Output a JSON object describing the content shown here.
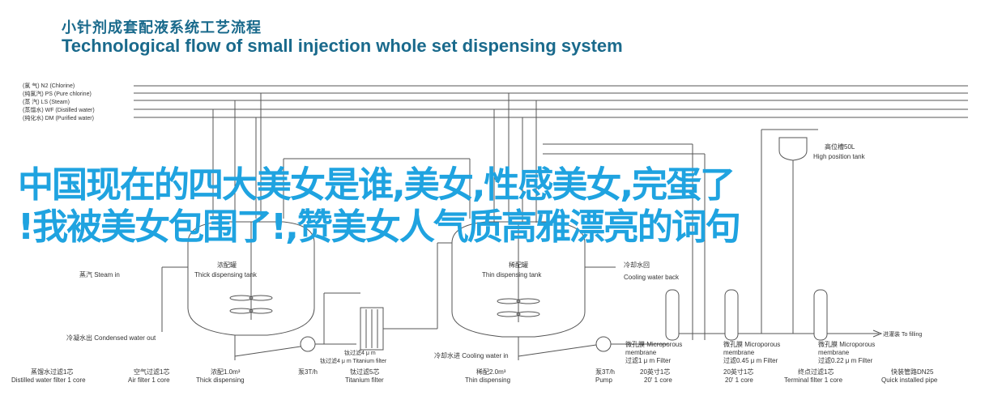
{
  "title_cn": "小针剂成套配液系统工艺流程",
  "title_en": "Technological flow of small injection whole set dispensing system",
  "utilities": [
    "(氯  气) N2 (Chlorine)",
    "(纯氯汽) PS  (Pure chlorine)",
    "(蒸  汽) LS  (Steam)",
    "(蒸馏水) WF  (Distilled water)",
    "(纯化水) DM  (Purified water)"
  ],
  "overlay_line1": "中国现在的四大美女是谁,美女,性感美女,完蛋了",
  "overlay_line2": "!我被美女包围了!,赞美女人气质高雅漂亮的词句",
  "labels": {
    "thick_tank": "浓配罐",
    "thick_tank_en": "Thick dispensing tank",
    "thin_tank": "稀配罐",
    "thin_tank_en": "Thin dispensing tank",
    "steam_in": "蒸汽 Steam in",
    "condensed_out": "冷凝水出 Condensed water out",
    "cooling_in": "冷却水进 Cooling water in",
    "cooling_back_cn": "冷却水回",
    "cooling_back_en": "Cooling water back",
    "high_tank_cn": "高位槽50L",
    "high_tank_en": "High position tank",
    "ti_filter_label": "钛过滤4 μ m",
    "ti_filter_label2": "钛过滤4 μ m  Titanium filter",
    "membrane1_cn": "微孔膜  Microporous",
    "membrane1_en": "membrane",
    "membrane1_spec": "过滤1 μ m  Filter",
    "membrane2_cn": "微孔膜  Microporous",
    "membrane2_en": "membrane",
    "membrane2_spec": "过滤0.45 μ m  Filter",
    "membrane3_cn": "微孔膜  Microporous",
    "membrane3_en": "membrane",
    "membrane3_spec": "过滤0.22 μ m  Filter",
    "to_filling": "进灌装  To filling"
  },
  "bottom_labels": [
    {
      "cn": "蒸馏水过滤1芯",
      "en": "Distilled water filter 1 core"
    },
    {
      "cn": "空气过滤1芯",
      "en": "Air filter 1 core"
    },
    {
      "cn": "浓配1.0m³",
      "en": "Thick dispensing"
    },
    {
      "cn": "泵3T/h",
      "en": ""
    },
    {
      "cn": "钛过滤5芯",
      "en": "Titanium filter"
    },
    {
      "cn": "稀配2.0m³",
      "en": "Thin dispensing"
    },
    {
      "cn": "泵3T/h",
      "en": "Pump"
    },
    {
      "cn": "20英寸1芯",
      "en": "20' 1 core"
    },
    {
      "cn": "20英寸1芯",
      "en": "20' 1 core"
    },
    {
      "cn": "终点过滤1芯",
      "en": "Terminal filter 1 core"
    },
    {
      "cn": "快装管路DN25",
      "en": "Quick installed pipe"
    }
  ],
  "colors": {
    "title": "#1a6a8c",
    "overlay": "#1fa3e0",
    "line": "#555555"
  }
}
